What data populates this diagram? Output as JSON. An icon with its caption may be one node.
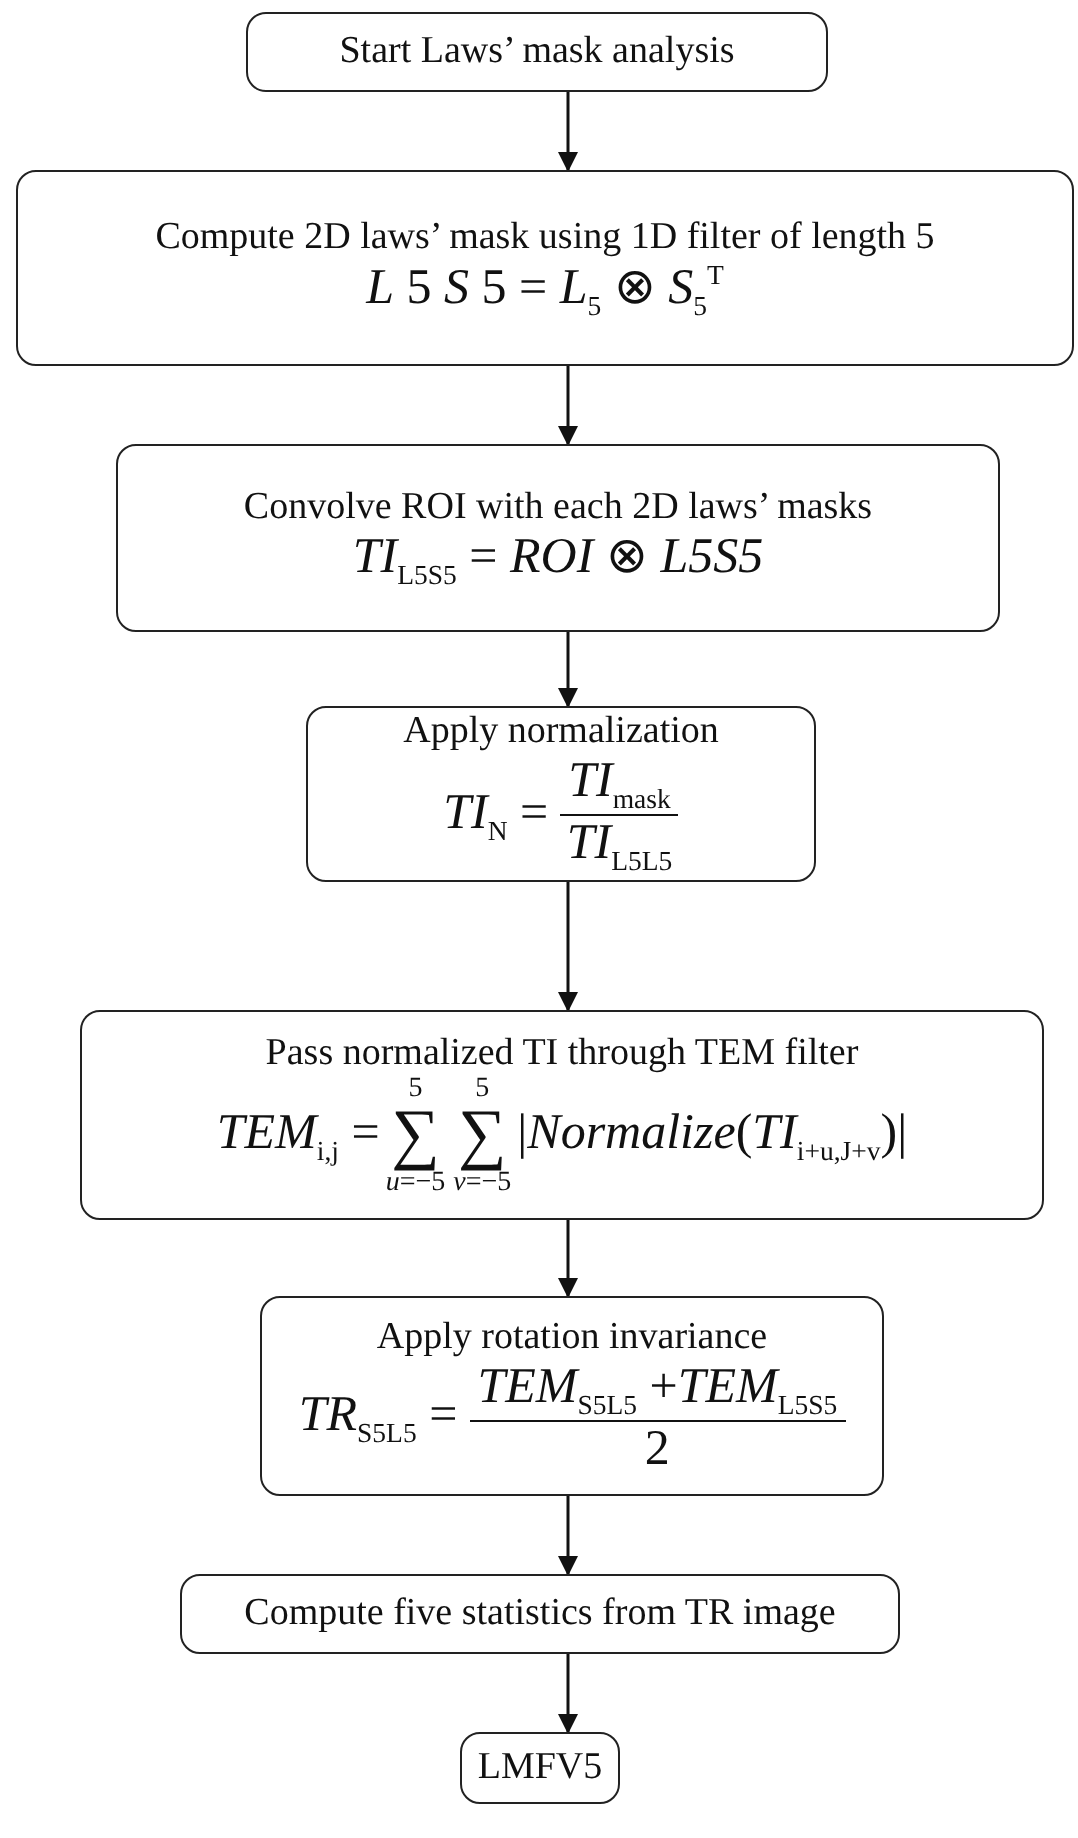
{
  "diagram": {
    "nodes": [
      {
        "text": [
          "Start Laws’ mask analysis"
        ]
      },
      {
        "text": [
          "Compute 2D laws’ mask using 1D filter of length 5",
          "*L* 5 *S* 5 = *L*$_{5}$ ⊗ *S*$_{5}$$^{T}$"
        ]
      },
      {
        "text": [
          "Convolve ROI with each 2D laws’ masks",
          "*TI*$_{L5S5}$ = *ROI* ⊗ *L5S5*"
        ]
      },
      {
        "text": [
          "Apply normalization",
          "*TI*$_{N}$ =",
          "*TI*$_{mask}$",
          "*TI*$_{L5L5}$"
        ]
      },
      {
        "text": [
          "Pass normalized TI through TEM filter",
          "*TEM*$_{i,j}$ =",
          "5",
          "∑",
          "*u*=−5",
          "5",
          "∑",
          "*v*=−5",
          "|*Normalize*(*TI*$_{i+u,J+v}$)|"
        ]
      },
      {
        "text": [
          "Apply rotation invariance",
          "*TR*$_{S5L5}$ =",
          "*TEM*$_{S5L5}$ +*TEM*$_{L5S5}$",
          "2"
        ]
      },
      {
        "text": [
          "Compute five statistics from TR image"
        ]
      },
      {
        "text": [
          "LMFV5"
        ]
      }
    ],
    "edges": [
      {
        "from": 0,
        "to": 1,
        "arrow": "to"
      },
      {
        "from": 1,
        "to": 2,
        "arrow": "to"
      },
      {
        "from": 2,
        "to": 3,
        "arrow": "to"
      },
      {
        "from": 3,
        "to": 4,
        "arrow": "to"
      },
      {
        "from": 4,
        "to": 5,
        "arrow": "to"
      },
      {
        "from": 5,
        "to": 6,
        "arrow": "to"
      },
      {
        "from": 6,
        "to": 7,
        "arrow": "to"
      }
    ]
  }
}
